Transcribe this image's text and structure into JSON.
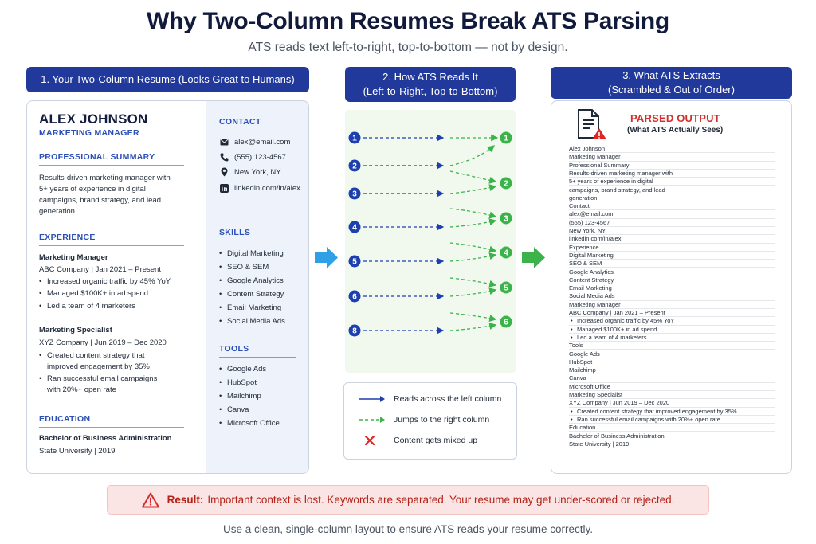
{
  "title": "Why Two-Column Resumes Break ATS Parsing",
  "subtitle": "ATS reads text left-to-right, top-to-bottom — not by design.",
  "headers": {
    "col1": "1. Your Two-Column Resume (Looks Great to Humans)",
    "col2_line1": "2. How ATS Reads It",
    "col2_line2": "(Left-to-Right, Top-to-Bottom)",
    "col3_line1": "3. What ATS Extracts",
    "col3_line2": "(Scrambled & Out of Order)"
  },
  "resume": {
    "name": "ALEX JOHNSON",
    "role": "MARKETING MANAGER",
    "summary_heading": "PROFESSIONAL SUMMARY",
    "summary": [
      "Results-driven marketing manager with",
      "5+ years of experience in digital",
      "campaigns, brand strategy, and lead",
      "generation."
    ],
    "experience_heading": "EXPERIENCE",
    "job1_title": "Marketing Manager",
    "job1_meta": "ABC Company  |  Jan 2021 – Present",
    "job1_bullets": [
      "Increased organic traffic by 45% YoY",
      "Managed $100K+ in ad spend",
      "Led a team of 4 marketers"
    ],
    "job2_title": "Marketing Specialist",
    "job2_meta": "XYZ Company  |  Jun 2019 – Dec 2020",
    "job2_bullet1": [
      "Created content strategy that",
      "improved engagement by 35%"
    ],
    "job2_bullet2": [
      "Ran successful email campaigns",
      "with 20%+ open rate"
    ],
    "education_heading": "EDUCATION",
    "degree": "Bachelor of Business Administration",
    "school": "State University  |  2019",
    "contact_heading": "CONTACT",
    "email": "alex@email.com",
    "phone": "(555) 123-4567",
    "location": "New York, NY",
    "linkedin": "linkedin.com/in/alex",
    "skills_heading": "SKILLS",
    "skills": [
      "Digital Marketing",
      "SEO & SEM",
      "Google Analytics",
      "Content Strategy",
      "Email Marketing",
      "Social Media Ads"
    ],
    "tools_heading": "TOOLS",
    "tools": [
      "Google Ads",
      "HubSpot",
      "Mailchimp",
      "Canva",
      "Microsoft Office"
    ]
  },
  "flow": {
    "left_numbers": [
      "1",
      "2",
      "3",
      "4",
      "5",
      "6",
      "8"
    ],
    "right_numbers": [
      "1",
      "2",
      "3",
      "4",
      "5",
      "6"
    ],
    "colors": {
      "left": "#1d3fb0",
      "right": "#3bb34a",
      "arrow_blue": "#2f9fe6",
      "arrow_green": "#3bb34a"
    }
  },
  "legend": {
    "solid": "Reads across the left column",
    "dashed": "Jumps to the right column",
    "mixed": "Content gets mixed up"
  },
  "parsed": {
    "title": "PARSED OUTPUT",
    "subtitle": "(What ATS Actually Sees)",
    "lines": [
      "Alex Johnson",
      "Marketing Manager",
      "Professional Summary",
      "Results-driven marketing manager with",
      "5+ years of experience in digital",
      "campaigns, brand strategy, and lead",
      "generation.",
      "Contact",
      "alex@email.com",
      "(555) 123-4567",
      "New York, NY",
      "linkedin.com/in/alex",
      "Experience",
      "Digital Marketing",
      "SEO & SEM",
      "Google Analytics",
      "Content Strategy",
      "Email Marketing",
      "Social Media Ads",
      "Marketing Manager",
      "ABC Company  |  Jan 2021 – Present",
      "• Increased organic traffic by 45% YoY",
      "• Managed $100K+ in ad spend",
      "• Led a team of 4 marketers",
      "Tools",
      "Google Ads",
      "HubSpot",
      "Mailchimp",
      "Canva",
      "Microsoft Office",
      "Marketing Specialist",
      "XYZ Company  |  Jun 2019 – Dec 2020",
      "• Created content strategy that improved engagement by 35%",
      "• Ran successful email campaigns with 20%+ open rate",
      "Education",
      "Bachelor of Business Administration",
      "State University  |  2019"
    ]
  },
  "result": {
    "label": "Result:",
    "text": "Important context is lost. Keywords are separated. Your resume may get under-scored or rejected."
  },
  "footer": "Use a clean, single-column layout to ensure ATS reads your resume correctly."
}
